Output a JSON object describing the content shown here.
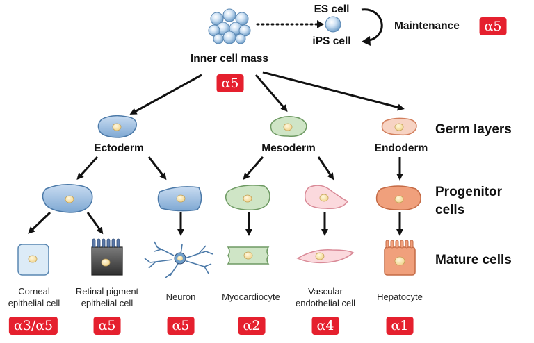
{
  "top": {
    "inner_cell_mass": "Inner cell mass",
    "es_cell": "ES cell",
    "ips_cell": "iPS cell",
    "maintenance": "Maintenance",
    "maintenance_badge": "α5",
    "inner_badge": "α5"
  },
  "germ_layers": {
    "ectoderm": "Ectoderm",
    "mesoderm": "Mesoderm",
    "endoderm": "Endoderm"
  },
  "row_labels": {
    "germ_layers": "Germ layers",
    "progenitor_line1": "Progenitor",
    "progenitor_line2": "cells",
    "mature_cells": "Mature cells"
  },
  "mature": [
    {
      "line1": "Corneal",
      "line2": "epithelial cell",
      "badge": "α3/α5"
    },
    {
      "line1": "Retinal pigment",
      "line2": "epithelial cell",
      "badge": "α5"
    },
    {
      "line1": "Neuron",
      "line2": "",
      "badge": "α5"
    },
    {
      "line1": "Myocardiocyte",
      "line2": "",
      "badge": "α2"
    },
    {
      "line1": "Vascular",
      "line2": "endothelial cell",
      "badge": "α4"
    },
    {
      "line1": "Hepatocyte",
      "line2": "",
      "badge": "α1"
    }
  ],
  "colors": {
    "accent_badge": "#e5202e",
    "ectoderm_fill": "#a9c6e6",
    "mesoderm_fill": "#cfe5c6",
    "endoderm_fill": "#f7d3c3",
    "vascular_fill": "#fbd9dd",
    "hepatocyte_fill": "#f0a07c"
  }
}
